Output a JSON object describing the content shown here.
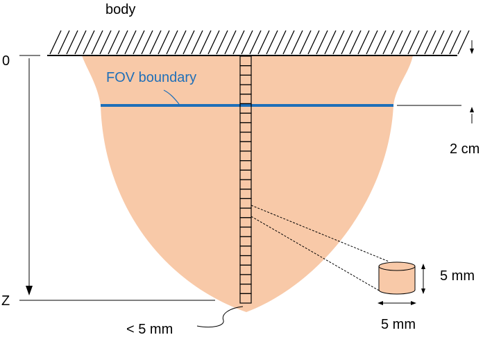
{
  "labels": {
    "body": "body",
    "zero": "0",
    "z": "Z",
    "fov_boundary": "FOV boundary",
    "spacing": "2 cm",
    "voxel_height": "5 mm",
    "voxel_width": "5 mm",
    "tip_width": "< 5 mm"
  },
  "colors": {
    "tissue": "#f8c9a8",
    "fov_line": "#1f6fb8",
    "fov_text": "#1f6fb8",
    "ink": "#000000"
  },
  "probe": {
    "segment_count": 26
  }
}
